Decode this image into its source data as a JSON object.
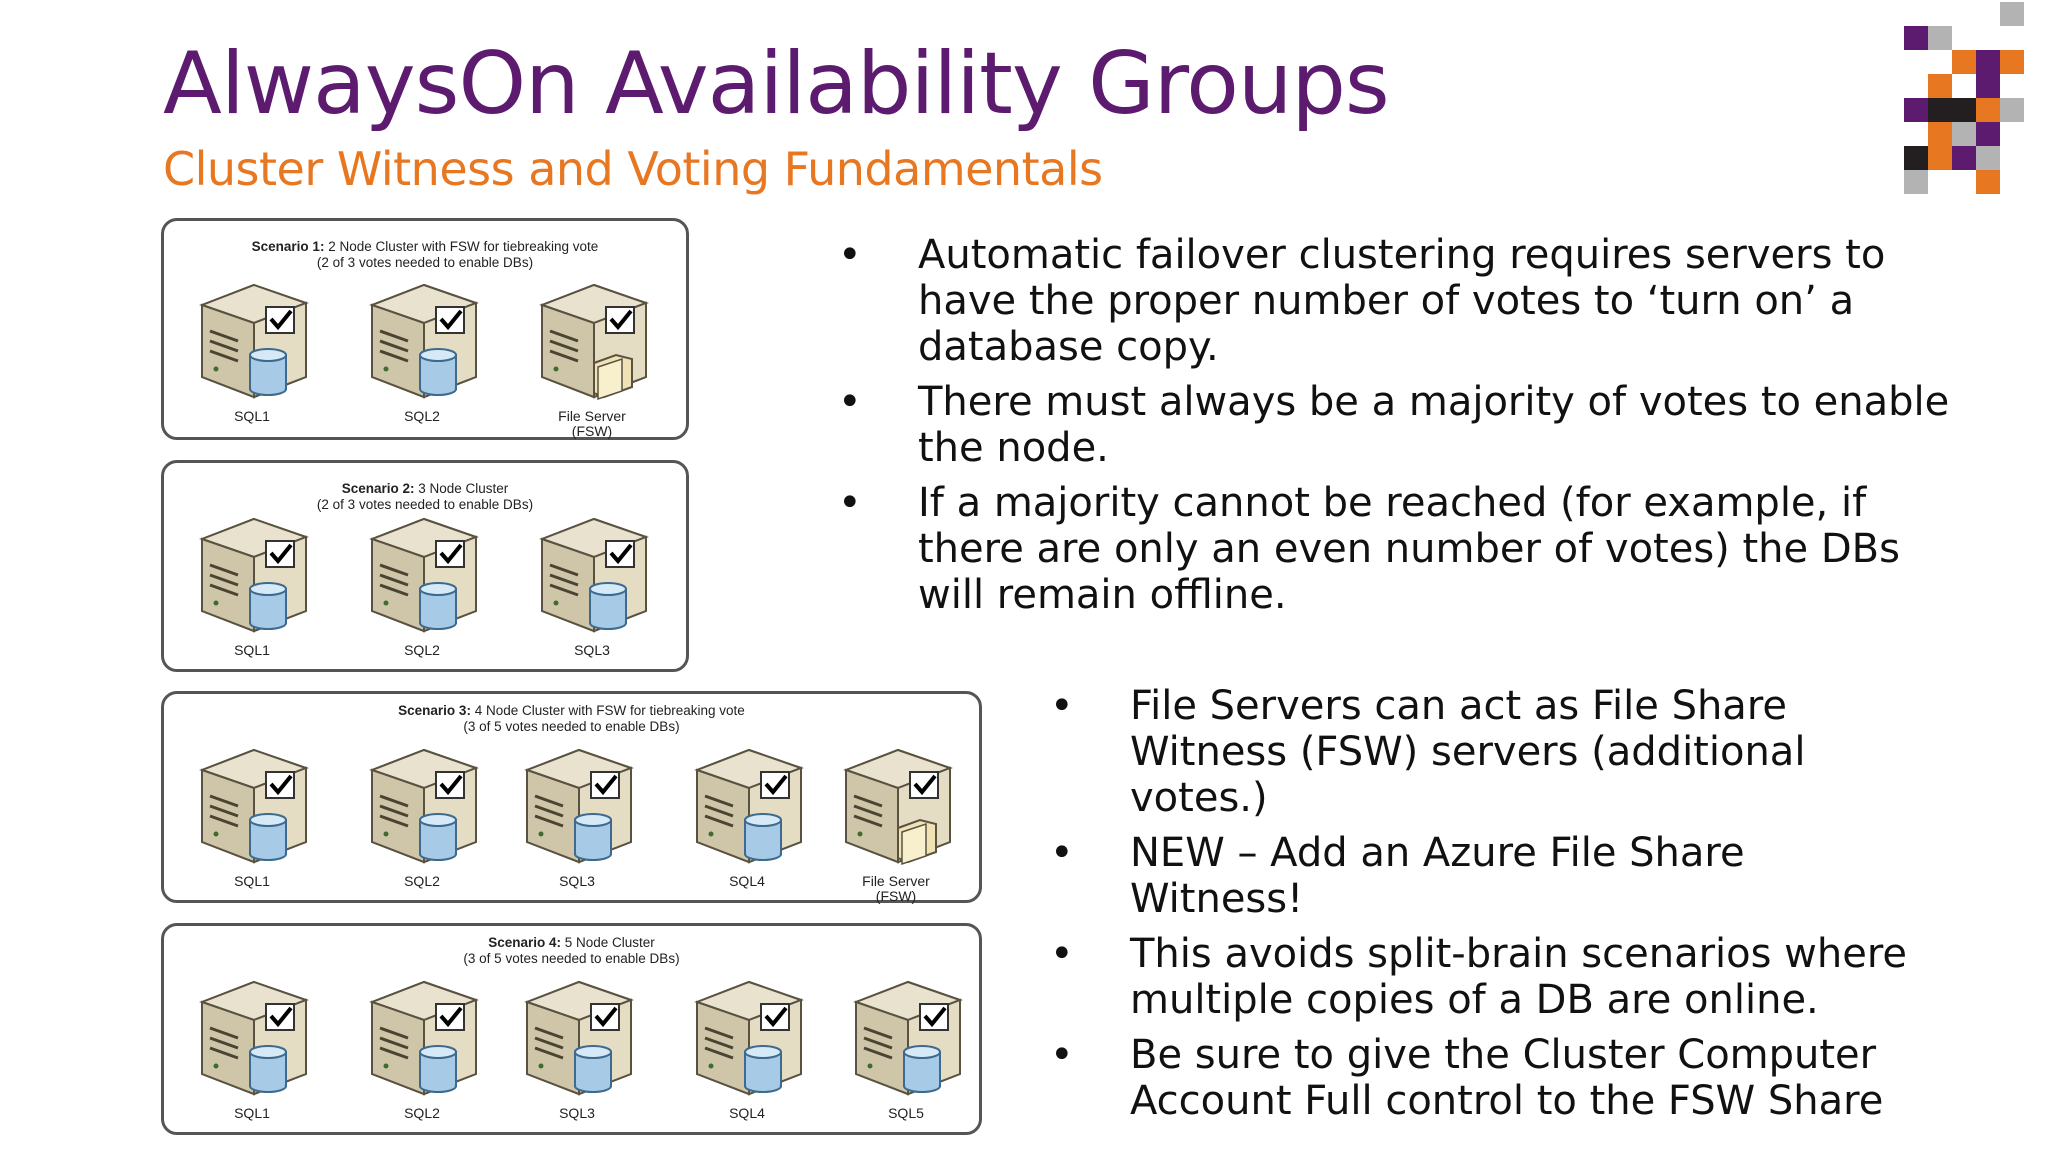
{
  "title": "AlwaysOn Availability Groups",
  "subtitle": "Cluster Witness and Voting Fundamentals",
  "logo_colors": [
    "#5c1b6e",
    "#e87722",
    "#231f20",
    "#b3b3b3"
  ],
  "scenarios": [
    {
      "heading": "Scenario 1:",
      "text": "2 Node Cluster with FSW for tiebreaking vote",
      "votes": "(2 of 3 votes needed to enable DBs)",
      "servers": [
        {
          "label": "SQL1",
          "type": "sql",
          "checked": true
        },
        {
          "label": "SQL2",
          "type": "sql",
          "checked": true
        },
        {
          "label": "File Server\n(FSW)",
          "type": "fsw",
          "checked": true
        }
      ]
    },
    {
      "heading": "Scenario 2:",
      "text": "3 Node Cluster",
      "votes": "(2 of 3 votes needed to enable DBs)",
      "servers": [
        {
          "label": "SQL1",
          "type": "sql",
          "checked": true
        },
        {
          "label": "SQL2",
          "type": "sql",
          "checked": true
        },
        {
          "label": "SQL3",
          "type": "sql",
          "checked": true
        }
      ]
    },
    {
      "heading": "Scenario 3:",
      "text": "4 Node Cluster with FSW for tiebreaking vote",
      "votes": "(3 of 5 votes needed to enable DBs)",
      "servers": [
        {
          "label": "SQL1",
          "type": "sql",
          "checked": true
        },
        {
          "label": "SQL2",
          "type": "sql",
          "checked": true
        },
        {
          "label": "SQL3",
          "type": "sql",
          "checked": true
        },
        {
          "label": "SQL4",
          "type": "sql",
          "checked": true
        },
        {
          "label": "File Server\n(FSW)",
          "type": "fsw",
          "checked": true
        }
      ]
    },
    {
      "heading": "Scenario 4:",
      "text": "5 Node Cluster",
      "votes": "(3 of 5 votes needed to enable DBs)",
      "servers": [
        {
          "label": "SQL1",
          "type": "sql",
          "checked": true
        },
        {
          "label": "SQL2",
          "type": "sql",
          "checked": true
        },
        {
          "label": "SQL3",
          "type": "sql",
          "checked": true
        },
        {
          "label": "SQL4",
          "type": "sql",
          "checked": true
        },
        {
          "label": "SQL5",
          "type": "sql",
          "checked": true
        }
      ]
    }
  ],
  "bullets_top": [
    "Automatic failover clustering requires servers to have the proper number of votes to ‘turn on’ a database copy.",
    "There must always be a majority of votes to enable the node.",
    "If a majority cannot be reached (for example, if there are only an even number of votes) the DBs will remain offline."
  ],
  "bullets_bottom": [
    "File Servers can act as File Share Witness (FSW) servers (additional votes.)",
    "NEW – Add an Azure File Share Witness!",
    "This avoids split-brain scenarios where multiple copies of a DB are online.",
    "Be sure to give the Cluster Computer Account Full control to the FSW Share"
  ],
  "bullet_glyph": "•"
}
